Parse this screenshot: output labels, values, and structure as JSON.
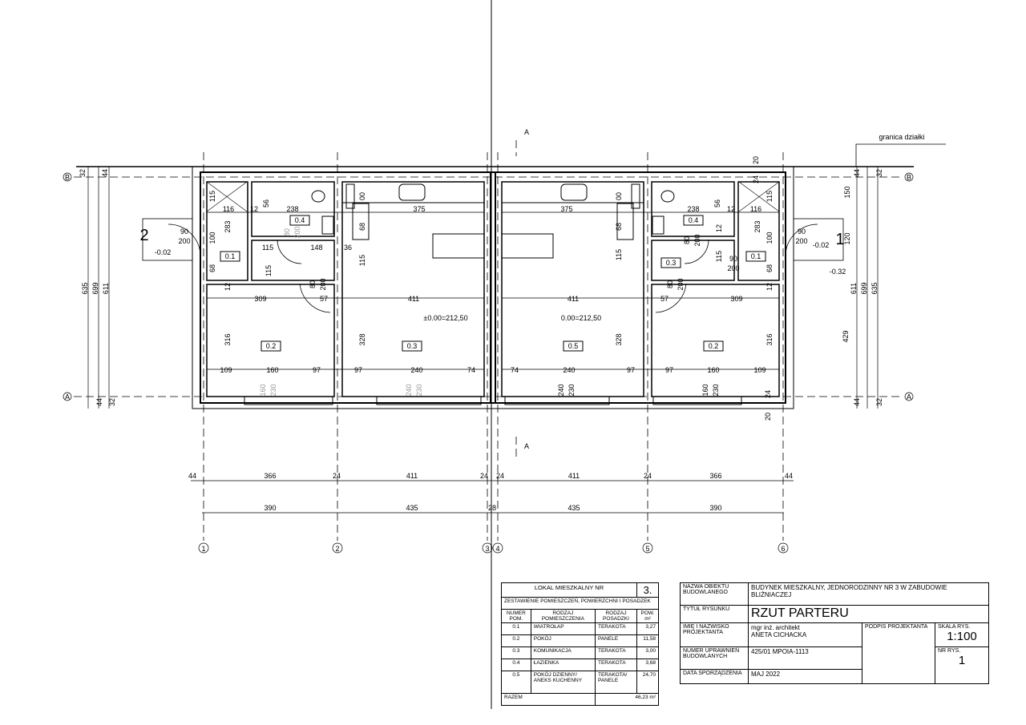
{
  "drawing": {
    "section_mark": "A",
    "boundary_label": "granica działki",
    "axis_rows": [
      "A",
      "B"
    ],
    "axis_columns": [
      "1",
      "2",
      "3",
      "4",
      "5",
      "6"
    ],
    "dims_row1": [
      "44",
      "366",
      "24",
      "411",
      "24",
      "24",
      "411",
      "24",
      "366",
      "44"
    ],
    "dims_row2": [
      "390",
      "435",
      "28",
      "435",
      "390"
    ],
    "labels": [
      "2",
      "116",
      "12",
      "56",
      "238",
      "375",
      "0.4",
      "115",
      "283",
      "100",
      "68",
      "90",
      "200",
      "-0.02",
      "0.1",
      "115",
      "148",
      "36",
      "115",
      "115",
      "80",
      "200",
      "68",
      "00",
      "12",
      "309",
      "57",
      "80",
      "200",
      "411",
      "316",
      "0.2",
      "328",
      "0.3",
      "±0.00=212,50",
      "109",
      "160",
      "97",
      "97",
      "240",
      "74",
      "160",
      "230",
      "240",
      "230",
      "375",
      "238",
      "56",
      "12",
      "116",
      "115",
      "0.4",
      "00",
      "68",
      "283",
      "100",
      "90",
      "200",
      "-0.02",
      "1",
      "80",
      "200",
      "12",
      "0.3",
      "115",
      "90",
      "200",
      "0.1",
      "68",
      "-0.32",
      "115",
      "411",
      "57",
      "80",
      "200",
      "309",
      "12",
      "0.00=212,50",
      "0.5",
      "328",
      "316",
      "0.2",
      "74",
      "240",
      "97",
      "97",
      "160",
      "109",
      "240",
      "230",
      "160",
      "230",
      "150",
      "120",
      "429",
      "611",
      "699",
      "635",
      "44",
      "32",
      "44",
      "32",
      "20",
      "24",
      "20",
      "24",
      "32",
      "44",
      "635",
      "699",
      "611",
      "44",
      "32"
    ]
  },
  "room_table": {
    "header": "LOKAL MIESZKALNY NR",
    "unit_number": "3.",
    "subtitle": "ZESTAWIENIE POMIESZCZEŃ, POWIERZCHNI I POSADZEK",
    "columns": [
      "NUMER POM.",
      "RODZAJ POMIESZCZENIA",
      "RODZAJ POSADZKI",
      "POW. m²"
    ],
    "rows": [
      {
        "num": "0.1",
        "name": "WIATROŁAP",
        "floor": "TERAKOTA",
        "area": "3,27"
      },
      {
        "num": "0.2",
        "name": "POKÓJ",
        "floor": "PANELE",
        "area": "11,58"
      },
      {
        "num": "0.3",
        "name": "KOMUNIKACJA",
        "floor": "TERAKOTA",
        "area": "3,00"
      },
      {
        "num": "0.4",
        "name": "ŁAZIENKA",
        "floor": "TERAKOTA",
        "area": "3,68"
      },
      {
        "num": "0.5",
        "name": "POKÓJ DZIENNY/ ANEKS KUCHENNY",
        "floor": "TERAKOTA/ PANELE",
        "area": "24,70"
      }
    ],
    "total_label": "RAZEM",
    "total_value": "46,23 m²"
  },
  "title_block": {
    "object_label": "NAZWA OBIEKTU BUDOWLANEGO",
    "object_value": "BUDYNEK MIESZKALNY, JEDNORODZINNY NR 3 W ZABUDOWIE BLIŹNIACZEJ",
    "drawing_title_label": "TYTUŁ RYSUNKU",
    "drawing_title_value": "RZUT PARTERU",
    "designer_label": "IMIĘ I NAZWISKO PROJEKTANTA",
    "designer_title": "mgr inż. architekt",
    "designer_name": "ANETA CICHACKA",
    "signature_label": "PODPIS PROJEKTANTA",
    "scale_label": "SKALA RYS.",
    "scale_value": "1:100",
    "license_label": "NUMER UPRAWNIEŃ BUDOWLANYCH",
    "license_value": "425/01 MPOIA-1113",
    "sheet_label": "NR RYS.",
    "sheet_value": "1",
    "date_label": "DATA SPORZĄDZENIA",
    "date_value": "MAJ 2022"
  }
}
